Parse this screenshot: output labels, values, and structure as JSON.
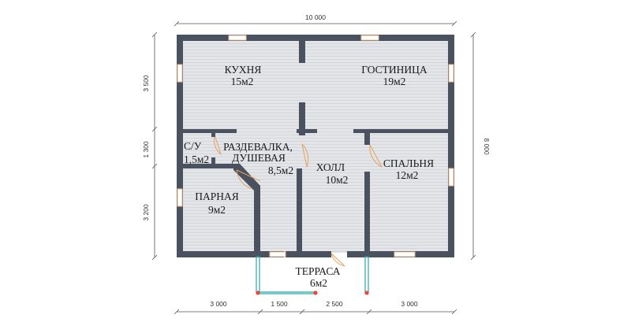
{
  "dimensions": {
    "top_total": "10 000",
    "right_total": "8 000",
    "left_segments": [
      "3 500",
      "1 300",
      "3 200"
    ],
    "bottom_segments": [
      "3 000",
      "1 500",
      "2 500",
      "3 000"
    ]
  },
  "rooms": {
    "kitchen": {
      "name": "КУХНЯ",
      "area": "15м2"
    },
    "guest": {
      "name": "ГОСТИНИЦА",
      "area": "19м2"
    },
    "wc": {
      "name": "С/У",
      "area": "1,5м2"
    },
    "changing": {
      "name1": "РАЗДЕВАЛКА,",
      "name2": "ДУШЕВАЯ",
      "area": "8,5м2"
    },
    "hall": {
      "name": "ХОЛЛ",
      "area": "10м2"
    },
    "bedroom": {
      "name": "СПАЛЬНЯ",
      "area": "12м2"
    },
    "steam": {
      "name": "ПАРНАЯ",
      "area": "9м2"
    },
    "terrace": {
      "name": "ТЕРРАСА",
      "area": "6м2"
    }
  },
  "colors": {
    "wall": "#4a5260",
    "floor": "#dcdfe2",
    "window": "#f3c9a0",
    "terrace": "#2aa7a7",
    "door": "#e3a25f"
  }
}
